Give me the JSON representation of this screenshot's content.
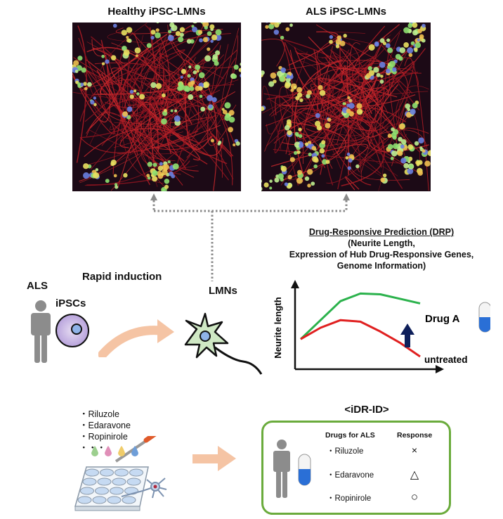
{
  "panels": {
    "healthy_title": "Healthy iPSC-LMNs",
    "als_title": "ALS iPSC-LMNs"
  },
  "induction": {
    "patient_label": "ALS",
    "ipsc_label": "iPSCs",
    "arrow_label": "Rapid induction",
    "lmn_label": "LMNs"
  },
  "drp": {
    "title": "Drug-Responsive Prediction (DRP)",
    "line1": "(Neurite Length,",
    "line2": "Expression of Hub Drug-Responsive Genes,",
    "line3": "Genome Information)"
  },
  "chart_data": {
    "type": "line",
    "title": "",
    "xlabel": "",
    "ylabel": "Neurite length",
    "x": [
      0,
      1,
      2,
      3,
      4,
      5,
      6
    ],
    "series": [
      {
        "name": "Drug A",
        "color": "#2bb24c",
        "values": [
          0.35,
          0.6,
          0.85,
          0.95,
          0.94,
          0.88,
          0.82
        ]
      },
      {
        "name": "untreated",
        "color": "#e02020",
        "values": [
          0.35,
          0.5,
          0.6,
          0.58,
          0.45,
          0.3,
          0.12
        ]
      }
    ],
    "annotations": [
      "up-arrow between untreated and Drug A"
    ],
    "grid": false,
    "legend": "inline-right"
  },
  "screening": {
    "drugs": [
      "・Riluzole",
      "・Edaravone",
      "・Ropinirole",
      "・・・"
    ]
  },
  "idr": {
    "title": "<iDR-ID>",
    "col_drugs": "Drugs for ALS",
    "col_response": "Response",
    "rows": [
      {
        "drug": "・Riluzole",
        "response": "×"
      },
      {
        "drug": "・Edaravone",
        "response": "△"
      },
      {
        "drug": "・Ropinirole",
        "response": "○"
      }
    ],
    "border_color": "#6aab3c"
  },
  "colors": {
    "arrow_peach": "#f5c4a4",
    "person_gray": "#8c8c8c",
    "capsule_blue": "#2a6fd6",
    "up_arrow": "#0e1f5a"
  }
}
